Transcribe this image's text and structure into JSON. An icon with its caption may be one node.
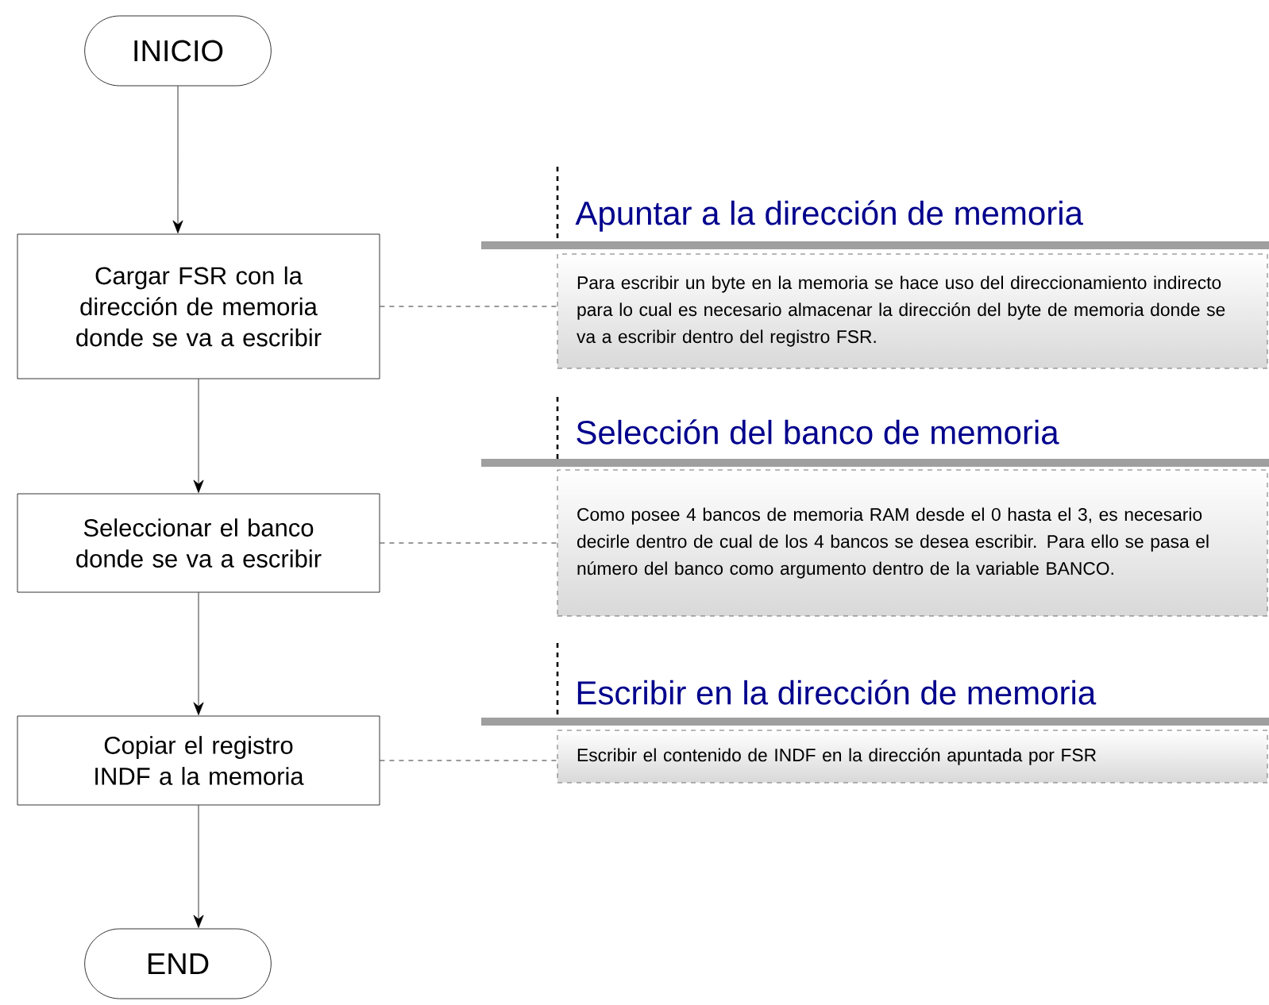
{
  "diagram": {
    "nodes": [
      {
        "text": [
          "INICIO"
        ]
      },
      {
        "text": [
          "Cargar FSR con la dirección de memoria donde se va a escribir"
        ]
      },
      {
        "text": [
          "Seleccionar el banco donde se va a escribir"
        ]
      },
      {
        "text": [
          "Copiar el registro INDF a la memoria"
        ]
      },
      {
        "text": [
          "END"
        ]
      },
      {
        "text": [
          "Apuntar a la dirección de memoria",
          "Para escribir un byte en la memoria se hace uso del direccionamiento indirecto para lo cual es necesario almacenar la dirección del byte de memoria donde se va a escribir dentro del registro FSR."
        ]
      },
      {
        "text": [
          "Selección del banco de memoria",
          "Como posee 4 bancos de memoria RAM desde el 0 hasta el 3, es necesario decirle dentro de cual de los 4 bancos se desea escribir. Para ello se pasa el número del banco como argumento dentro de la variable BANCO."
        ]
      },
      {
        "text": [
          "Escribir en la dirección de memoria",
          "Escribir el contenido de INDF en la dirección apuntada por FSR"
        ]
      }
    ],
    "edges": [
      {
        "from": 0,
        "to": 1,
        "arrow": "to"
      },
      {
        "from": 1,
        "to": 2,
        "arrow": "to"
      },
      {
        "from": 2,
        "to": 3,
        "arrow": "to"
      },
      {
        "from": 3,
        "to": 4,
        "arrow": "to"
      },
      {
        "from": 1,
        "to": 5,
        "arrow": "none",
        "style": "dashed"
      },
      {
        "from": 2,
        "to": 6,
        "arrow": "none",
        "style": "dashed"
      },
      {
        "from": 3,
        "to": 7,
        "arrow": "none",
        "style": "dashed"
      }
    ]
  }
}
